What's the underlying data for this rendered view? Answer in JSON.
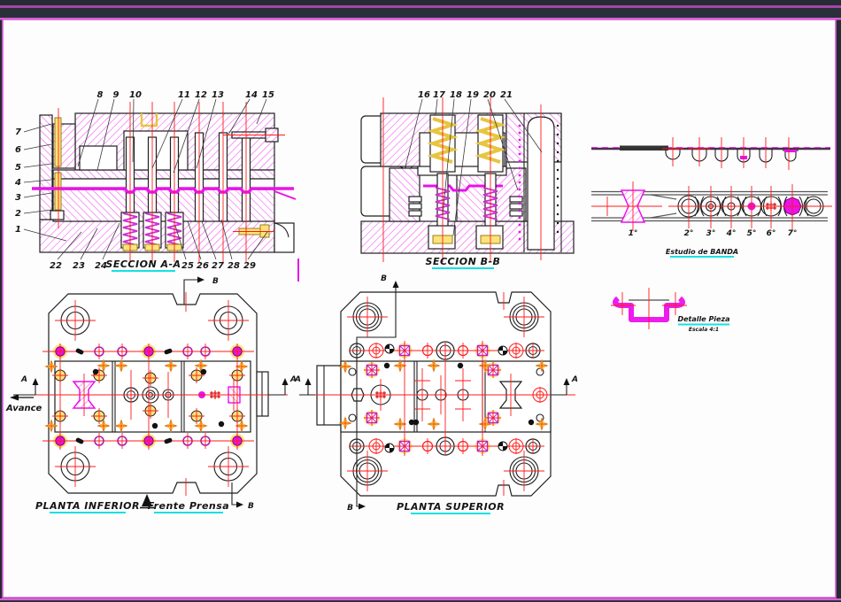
{
  "labels": {
    "seccion_aa": "SECCION A-A",
    "seccion_bb": "SECCION B-B",
    "planta_inferior": "PLANTA INFERIOR",
    "frente_prensa": "Frente Prensa",
    "planta_superior": "PLANTA SUPERIOR",
    "estudio_banda": "Estudio de BANDA",
    "detalle_pieza": "Detalle Pieza",
    "detalle_escala": "Escala 4:1",
    "avance": "Avance"
  },
  "markers": {
    "a": "A",
    "b": "B"
  },
  "callouts": {
    "left": [
      "7",
      "6",
      "5",
      "4",
      "3",
      "2",
      "1"
    ],
    "top_a": [
      "8",
      "9",
      "10",
      "11",
      "12",
      "13",
      "14",
      "15"
    ],
    "bottom_a": [
      "22",
      "23",
      "24",
      "25",
      "26",
      "27",
      "28",
      "29"
    ],
    "top_b": [
      "16",
      "17",
      "18",
      "19",
      "20",
      "21"
    ]
  },
  "stations": [
    "1°",
    "2°",
    "3°",
    "4°",
    "5°",
    "6°",
    "7°"
  ],
  "colors": {
    "magenta": "#E913E9",
    "red": "#FF1A1A",
    "yellow": "#FFE37A",
    "cyan": "#16E0E0",
    "outline": "#1F1F1F",
    "canvas": "#FDFDFE",
    "frame_dark": "#2A303A",
    "frame_accent": "#D95FD9"
  }
}
